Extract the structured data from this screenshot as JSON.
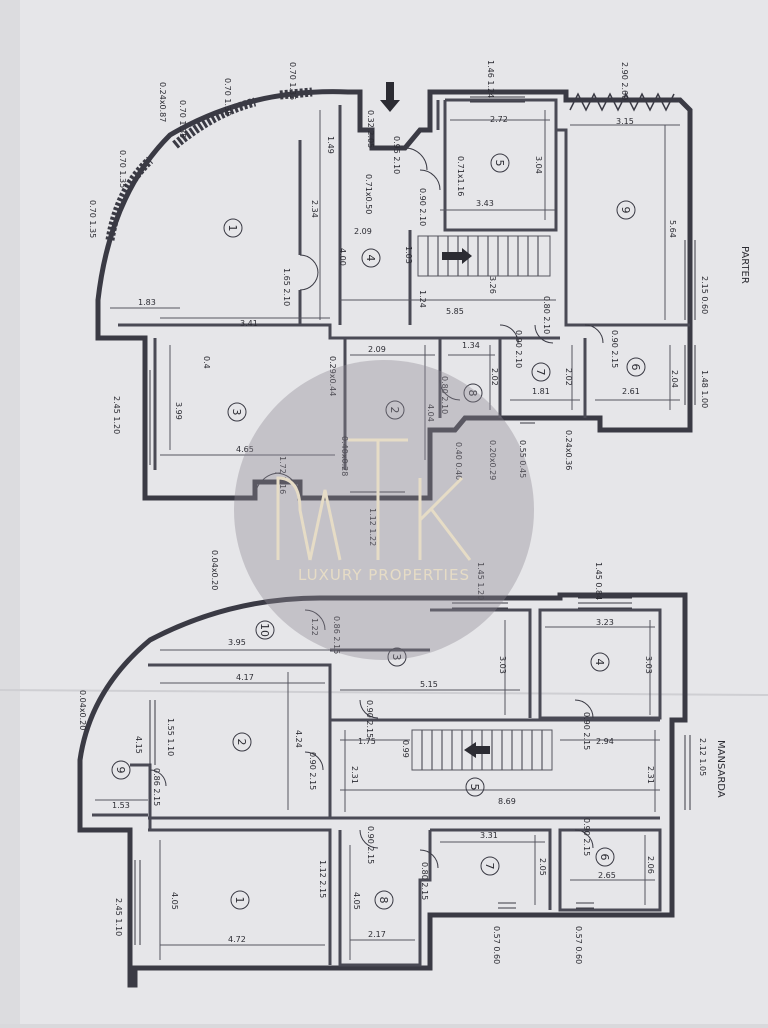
{
  "labels": {
    "parter": "PARTER",
    "mansarda": "MANSARDA",
    "watermark_logo": "MTK",
    "watermark_tagline": "LUXURY PROPERTIES"
  },
  "parter_dims": [
    "0.70 1.35",
    "0.70 1.35",
    "0.70 1.35",
    "0.70 1.35",
    "0.70 1.35",
    "0.24x0.87",
    "0.32 2.05",
    "0.95 2.10",
    "1.46 1.24",
    "2.90 2.60",
    "1.49",
    "0.71x0.50",
    "2.72",
    "3.04",
    "0.71x1.16",
    "3.43",
    "3.15",
    "2.34",
    "0.90 2.10",
    "2.09",
    "4.00",
    "1.03",
    "5.64",
    "1.65 2.10",
    "3.26",
    "1.83",
    "1.24",
    "5.85",
    "0.80 2.10",
    "2.15 0.60",
    "3.41",
    "0.4",
    "0.29x0.44",
    "2.09",
    "1.34",
    "0.90 2.10",
    "0.90 2.15",
    "0.80 2.10",
    "2.02",
    "2.02",
    "1.81",
    "2.61",
    "2.04",
    "1.48 1.00",
    "3.99",
    "2.45 1.20",
    "4.04",
    "0.40 0.40",
    "0.55 0.45",
    "0.20x0.29",
    "0.24x0.36",
    "4.65",
    "0.40x0.28",
    "1.72 2.16",
    "1.12 1.22"
  ],
  "mansarda_dims": [
    "0.04x0.20",
    "1.45 1.20",
    "1.45 0.84",
    "0.86 2.15",
    "1.22",
    "3.95",
    "3.23",
    "3.03",
    "3.03",
    "4.17",
    "5.15",
    "0.04x0.20",
    "1.55 1.10",
    "4.24",
    "0.90 2.15",
    "0.99",
    "1.75",
    "0.90 2.15",
    "2.94",
    "2.12 1.05",
    "4.15",
    "0.86 2.15",
    "2.31",
    "2.31",
    "0.90 2.15",
    "8.69",
    "1.53",
    "1.12 2.15",
    "0.90 2.15",
    "3.31",
    "0.90 2.15",
    "2.05",
    "2.06",
    "0.80 2.15",
    "2.65",
    "2.45 1.10",
    "4.05",
    "4.05",
    "4.72",
    "2.17",
    "0.57 0.60",
    "0.57 0.60"
  ],
  "parter_rooms": [
    "1",
    "3",
    "4",
    "2",
    "8",
    "7",
    "6",
    "5",
    "9"
  ],
  "mansarda_rooms": [
    "10",
    "3",
    "4",
    "2",
    "9",
    "5",
    "1",
    "8",
    "7",
    "6"
  ]
}
